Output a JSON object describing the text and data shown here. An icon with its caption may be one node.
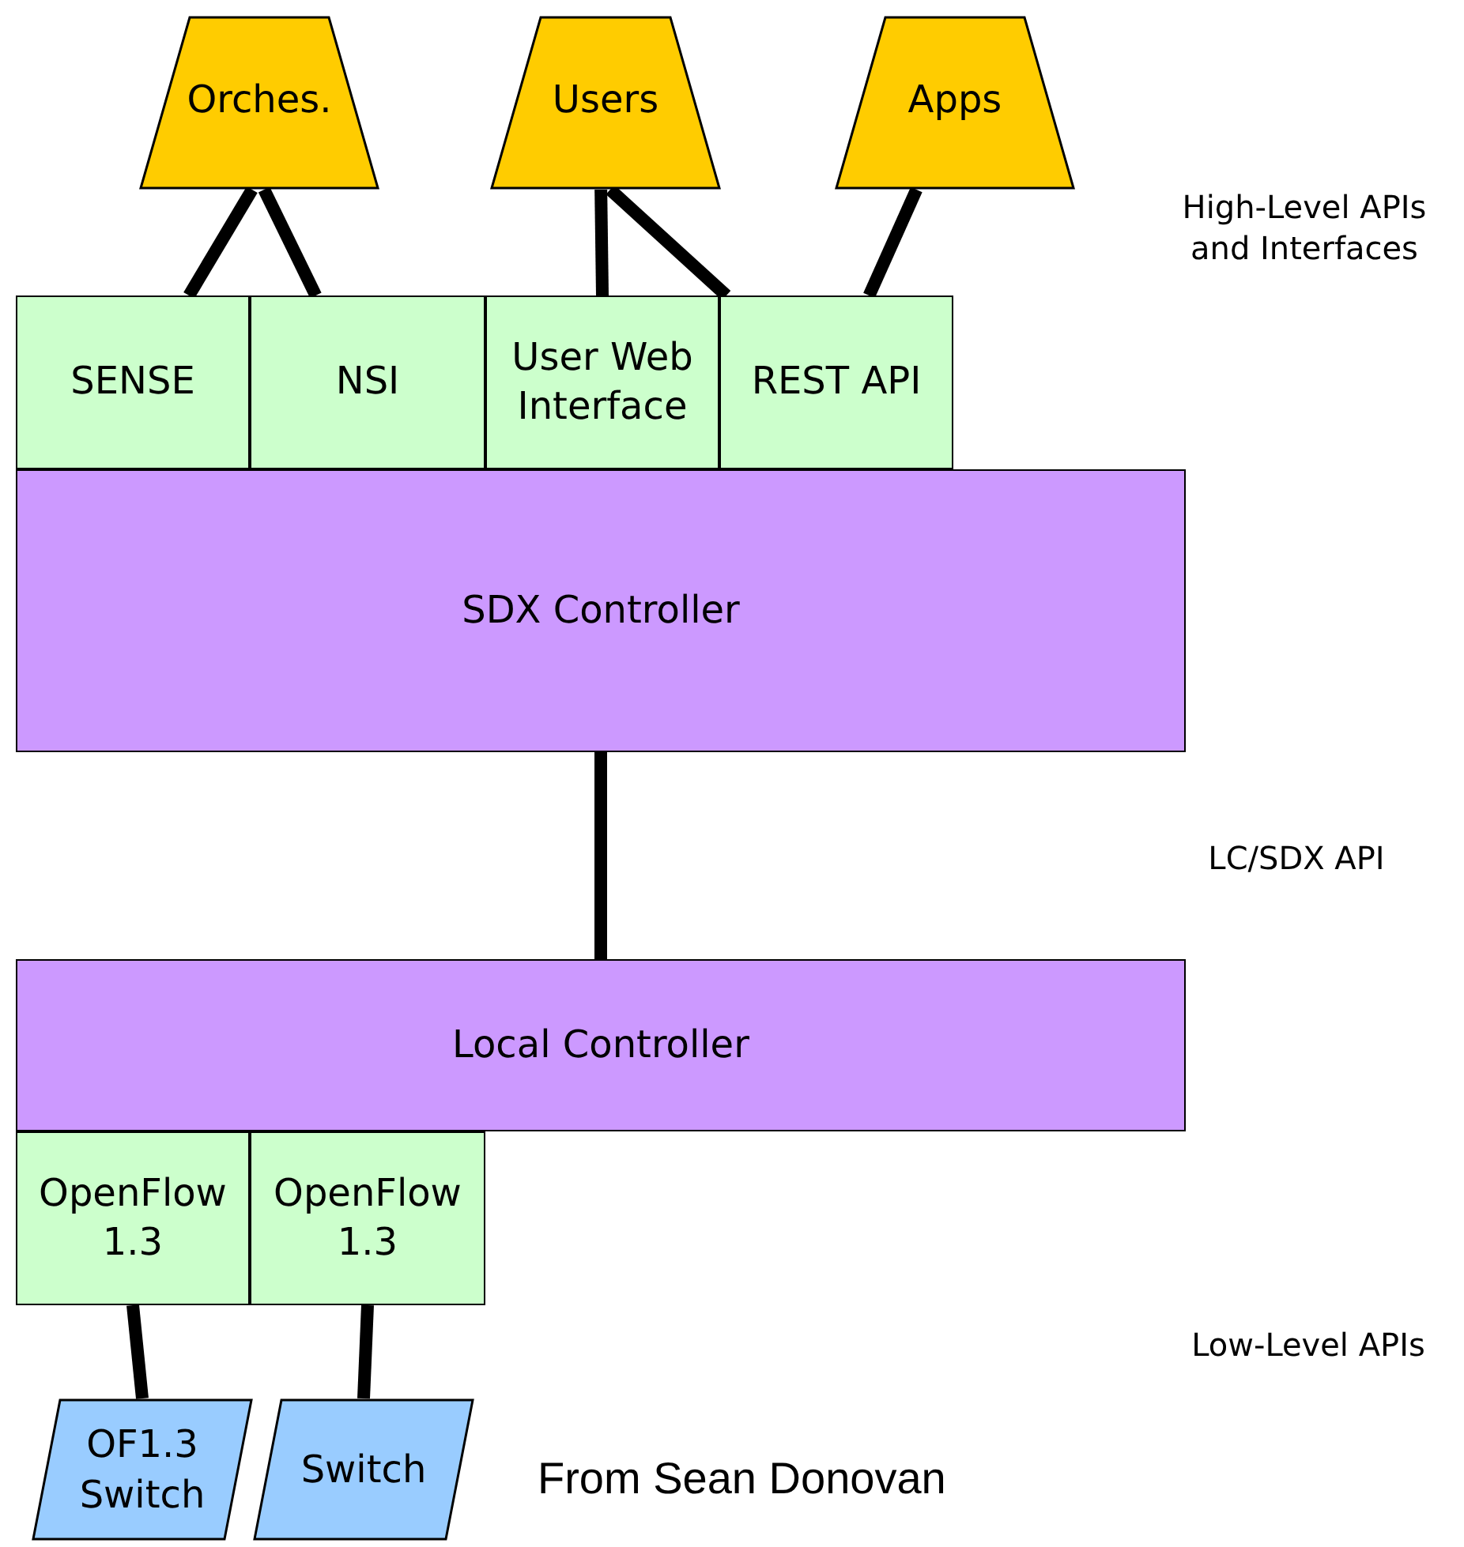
{
  "diagram": {
    "nodes": [
      {
        "text": [
          "Orches."
        ]
      },
      {
        "text": [
          "Users"
        ]
      },
      {
        "text": [
          "Apps"
        ]
      },
      {
        "text": [
          "SENSE"
        ]
      },
      {
        "text": [
          "NSI"
        ]
      },
      {
        "text": [
          "User Web Interface"
        ]
      },
      {
        "text": [
          "REST API"
        ]
      },
      {
        "text": [
          "SDX Controller"
        ]
      },
      {
        "text": [
          "Local Controller"
        ]
      },
      {
        "text": [
          "OpenFlow 1.3"
        ]
      },
      {
        "text": [
          "OpenFlow 1.3"
        ]
      },
      {
        "text": [
          "OF1.3 Switch"
        ]
      },
      {
        "text": [
          "Switch"
        ]
      }
    ],
    "edges": [
      {
        "from": 0,
        "to": 3,
        "arrow": "none"
      },
      {
        "from": 0,
        "to": 4,
        "arrow": "none"
      },
      {
        "from": 1,
        "to": 5,
        "arrow": "none"
      },
      {
        "from": 1,
        "to": 6,
        "arrow": "none"
      },
      {
        "from": 2,
        "to": 6,
        "arrow": "none"
      },
      {
        "from": 7,
        "to": 8,
        "arrow": "none"
      },
      {
        "from": 9,
        "to": 11,
        "arrow": "none"
      },
      {
        "from": 10,
        "to": 12,
        "arrow": "none"
      }
    ],
    "labels": [
      "High-Level APIs and Interfaces",
      "LC/SDX API",
      "Low-Level APIs",
      "From Sean Donovan"
    ]
  }
}
